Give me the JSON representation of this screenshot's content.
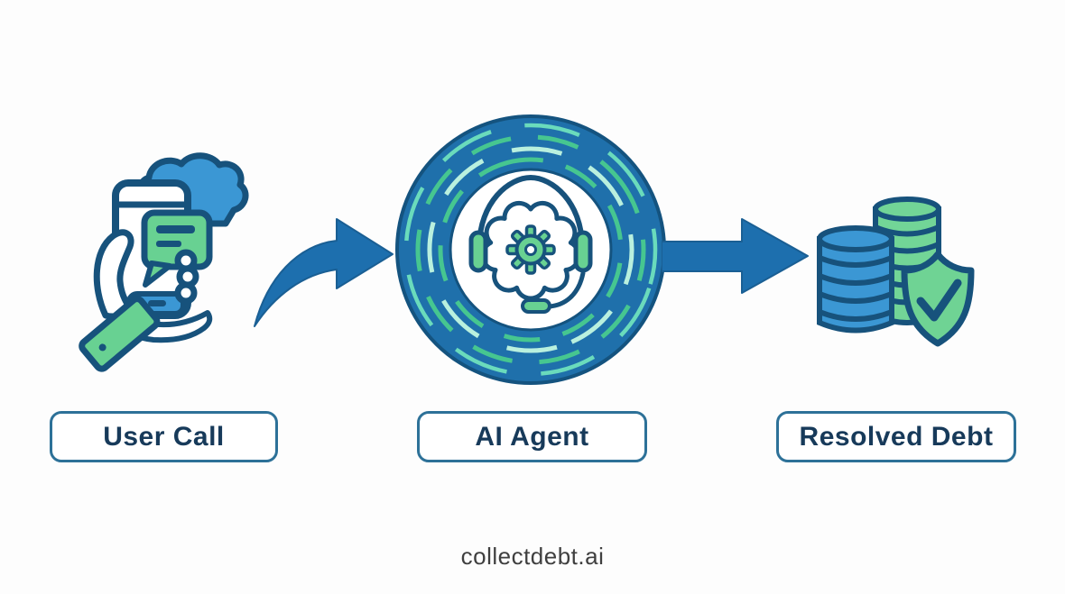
{
  "diagram": {
    "steps": [
      {
        "label": "User Call",
        "icon": "phone-call-hand-icon"
      },
      {
        "label": "AI Agent",
        "icon": "ai-brain-headset-icon"
      },
      {
        "label": "Resolved Debt",
        "icon": "coins-shield-check-icon"
      }
    ],
    "connectors": [
      {
        "name": "curved-arrow",
        "from": "User Call",
        "to": "AI Agent"
      },
      {
        "name": "straight-arrow",
        "from": "AI Agent",
        "to": "Resolved Debt"
      }
    ],
    "footer": "collectdebt.ai",
    "colors": {
      "primary_blue": "#1f70ab",
      "light_blue": "#3b97d4",
      "navy_outline": "#17527c",
      "green": "#68d192",
      "mint_dash": "#b9f0de",
      "teal_dash": "#5ad2a8",
      "label_border": "#2d7198",
      "label_text": "#173a5a",
      "footer_text": "#3f3f3f",
      "background": "#fdfdfd"
    }
  }
}
